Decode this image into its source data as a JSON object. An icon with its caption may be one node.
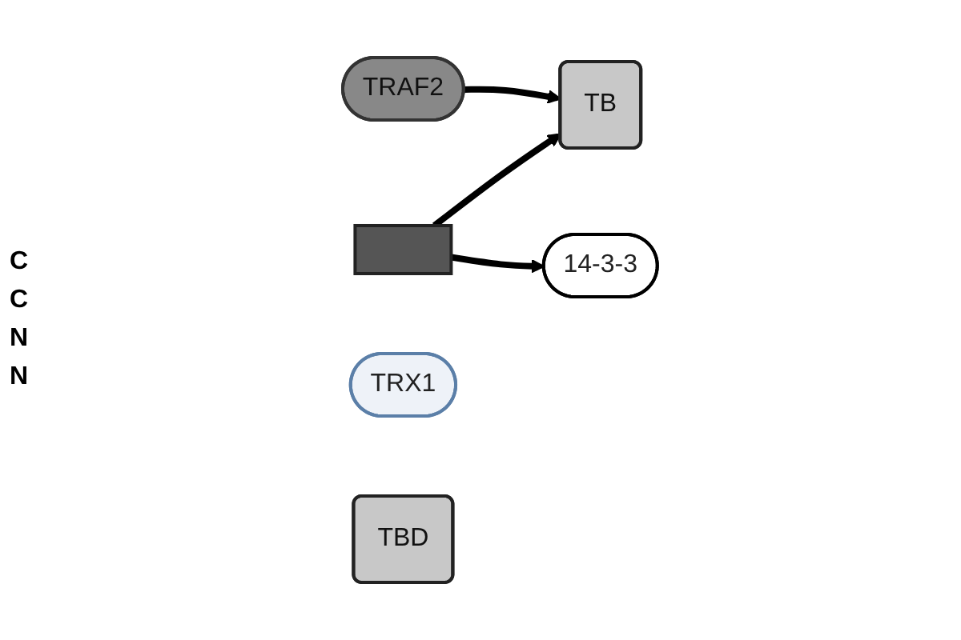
{
  "diagram": {
    "nodes": [
      {
        "text": [],
        "shape": "box"
      },
      {
        "text": [
          "TRX1"
        ]
      },
      {
        "text": [
          "14-3-3"
        ]
      },
      {
        "text": [
          "TRAF2"
        ]
      },
      {
        "text": [
          "TB"
        ]
      },
      {
        "text": [
          "TBD"
        ]
      }
    ],
    "edges": [
      {
        "from": 0,
        "to": 4,
        "arrow": "to"
      },
      {
        "from": 0,
        "to": 2,
        "arrow": "to"
      },
      {
        "from": 3,
        "to": 4,
        "arrow": "to"
      }
    ],
    "labels": [
      "C",
      "C",
      "N",
      "N"
    ]
  }
}
